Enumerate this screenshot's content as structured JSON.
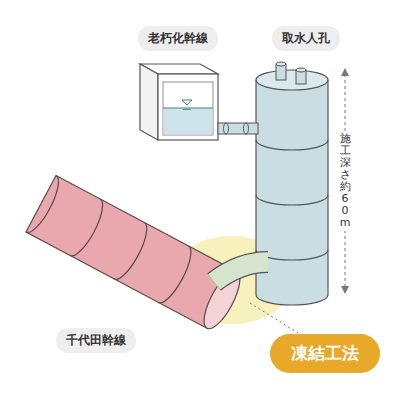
{
  "diagram": {
    "nodes": [
      {
        "text": [
          "凍結工法"
        ]
      }
    ],
    "labels": [
      "老朽化幹線",
      "取水人孔",
      "施工深さ約60m",
      "千代田幹線"
    ]
  }
}
